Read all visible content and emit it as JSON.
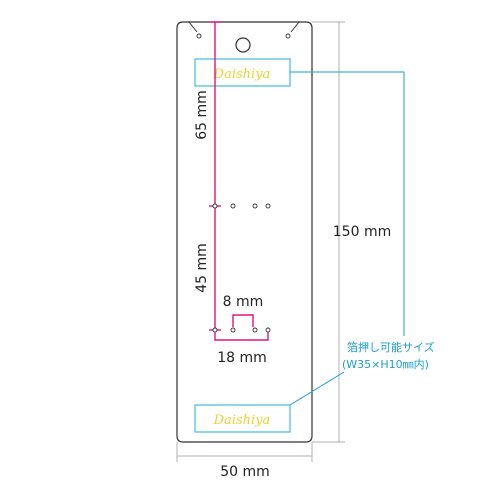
{
  "logo": {
    "text": "Daishiya"
  },
  "dimensions": {
    "total_height": "150 mm",
    "width": "50 mm",
    "top_offset": "65 mm",
    "hole_spacing": "45 mm",
    "slot_width": "8 mm",
    "slot_span": "18 mm"
  },
  "note": {
    "line1": "箔押し可能サイズ",
    "line2": "(W35×H10㎜内)"
  },
  "colors": {
    "outline": "#333333",
    "guide": "#e0157d",
    "leader": "#1a9fd0",
    "logo_box": "#4fc3e0",
    "logo_text": "#e9d431",
    "dim_line": "#b0b0b0"
  }
}
